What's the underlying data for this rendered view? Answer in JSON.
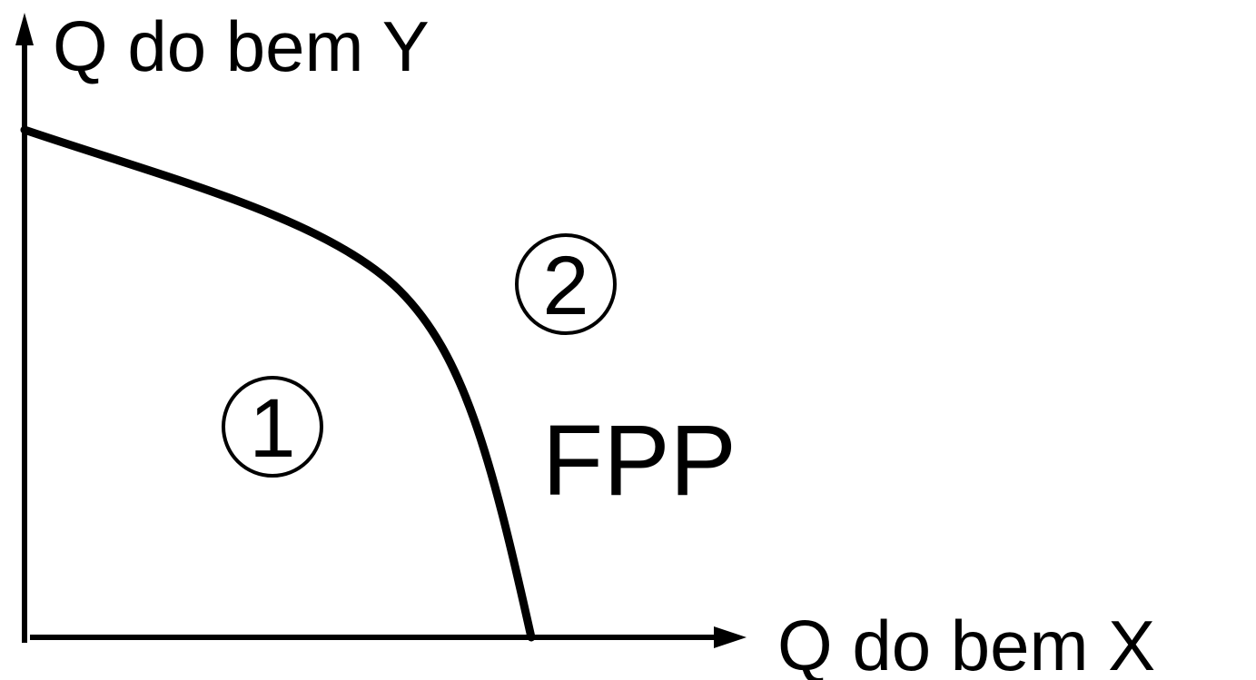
{
  "diagram": {
    "y_axis_label": "Q do bem Y",
    "x_axis_label": "Q do bem X",
    "curve_label": "FPP",
    "region_inside": "1",
    "region_outside": "2",
    "line_color": "#000000",
    "background": "#ffffff"
  }
}
